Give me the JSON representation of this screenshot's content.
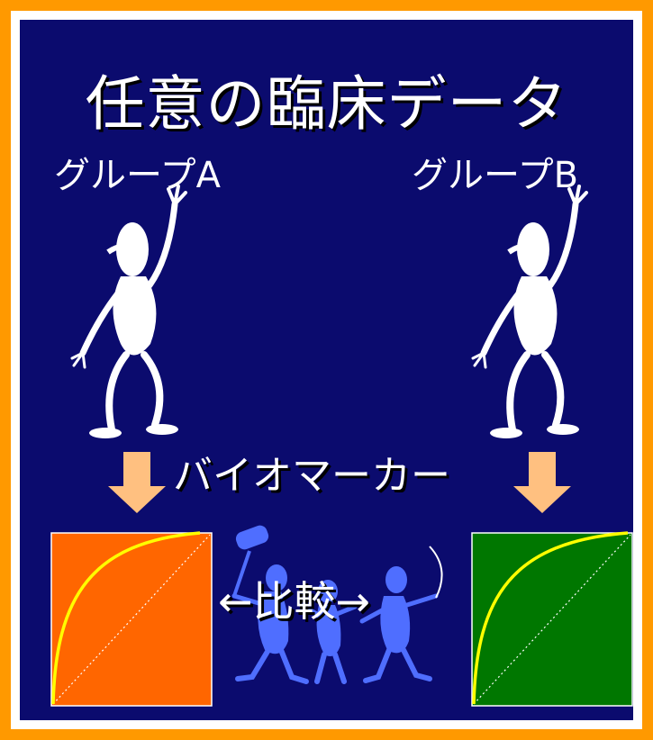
{
  "title": "任意の臨床データ",
  "groups": {
    "a_label": "グループA",
    "b_label": "グループB"
  },
  "biomarker_label": "バイオマーカー",
  "compare_label": "←比較→",
  "colors": {
    "border": "#ff9900",
    "background": "#0b0b6e",
    "plot_a": "#ff6600",
    "plot_b": "#007700",
    "curve": "#ffff00",
    "arrow": "#ffc080",
    "clipart": "#4f6eff"
  }
}
